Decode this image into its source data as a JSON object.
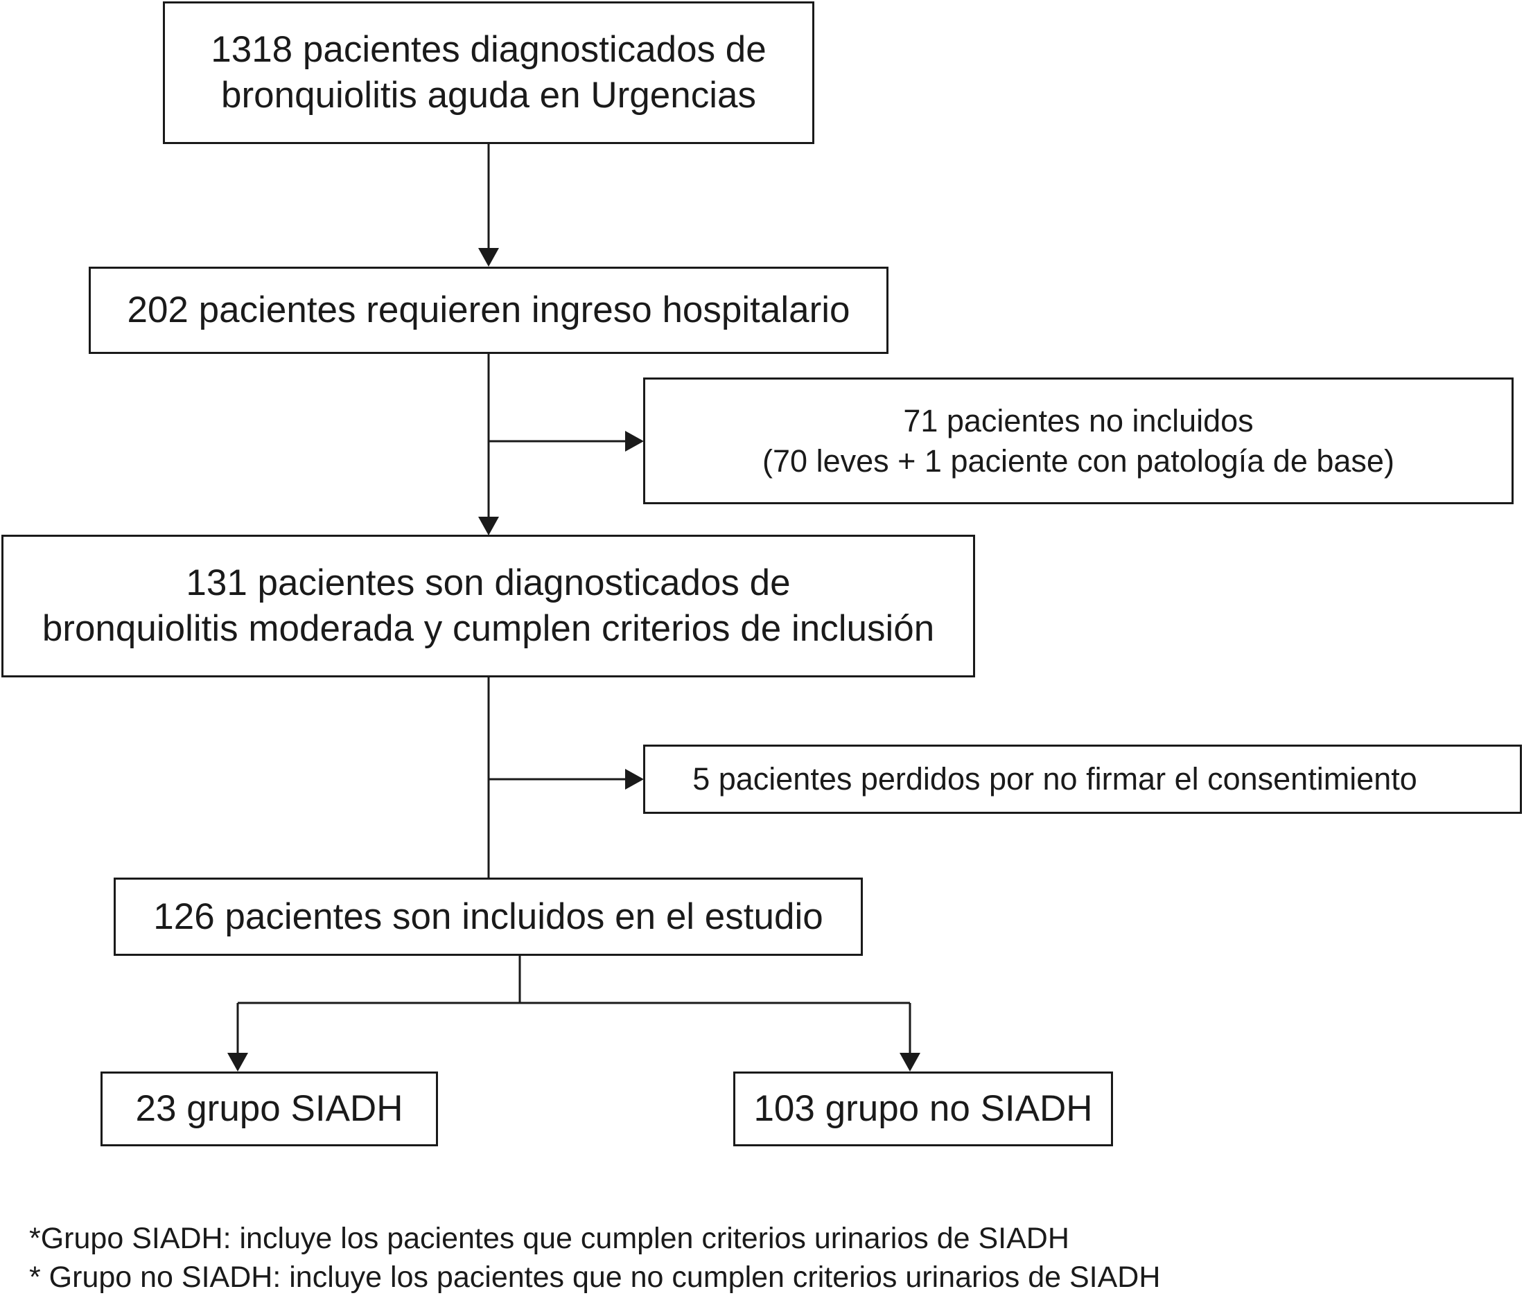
{
  "boxes": {
    "screened": {
      "line1": "1318 pacientes diagnosticados de",
      "line2": "bronquiolitis aguda en Urgencias"
    },
    "admitted": {
      "line1": "202 pacientes requieren ingreso hospitalario"
    },
    "not_included": {
      "line1": "71 pacientes no incluidos",
      "line2": "(70 leves + 1 paciente con patología de base)"
    },
    "moderate": {
      "line1": "131 pacientes son diagnosticados de",
      "line2": "bronquiolitis moderada y cumplen criterios de inclusión"
    },
    "lost": {
      "line1": "5 pacientes perdidos por no firmar el consentimiento"
    },
    "included": {
      "line1": "126 pacientes son incluidos en el estudio"
    },
    "group_siadh": {
      "line1": "23 grupo SIADH"
    },
    "group_no_siadh": {
      "line1": "103 grupo no SIADH"
    }
  },
  "footnotes": {
    "siadh": "*Grupo SIADH: incluye los pacientes que cumplen criterios urinarios de SIADH",
    "no_siadh": "* Grupo no SIADH: incluye los pacientes que no cumplen criterios urinarios de SIADH"
  },
  "colors": {
    "line": "#1a1a1a",
    "background": "#ffffff"
  }
}
